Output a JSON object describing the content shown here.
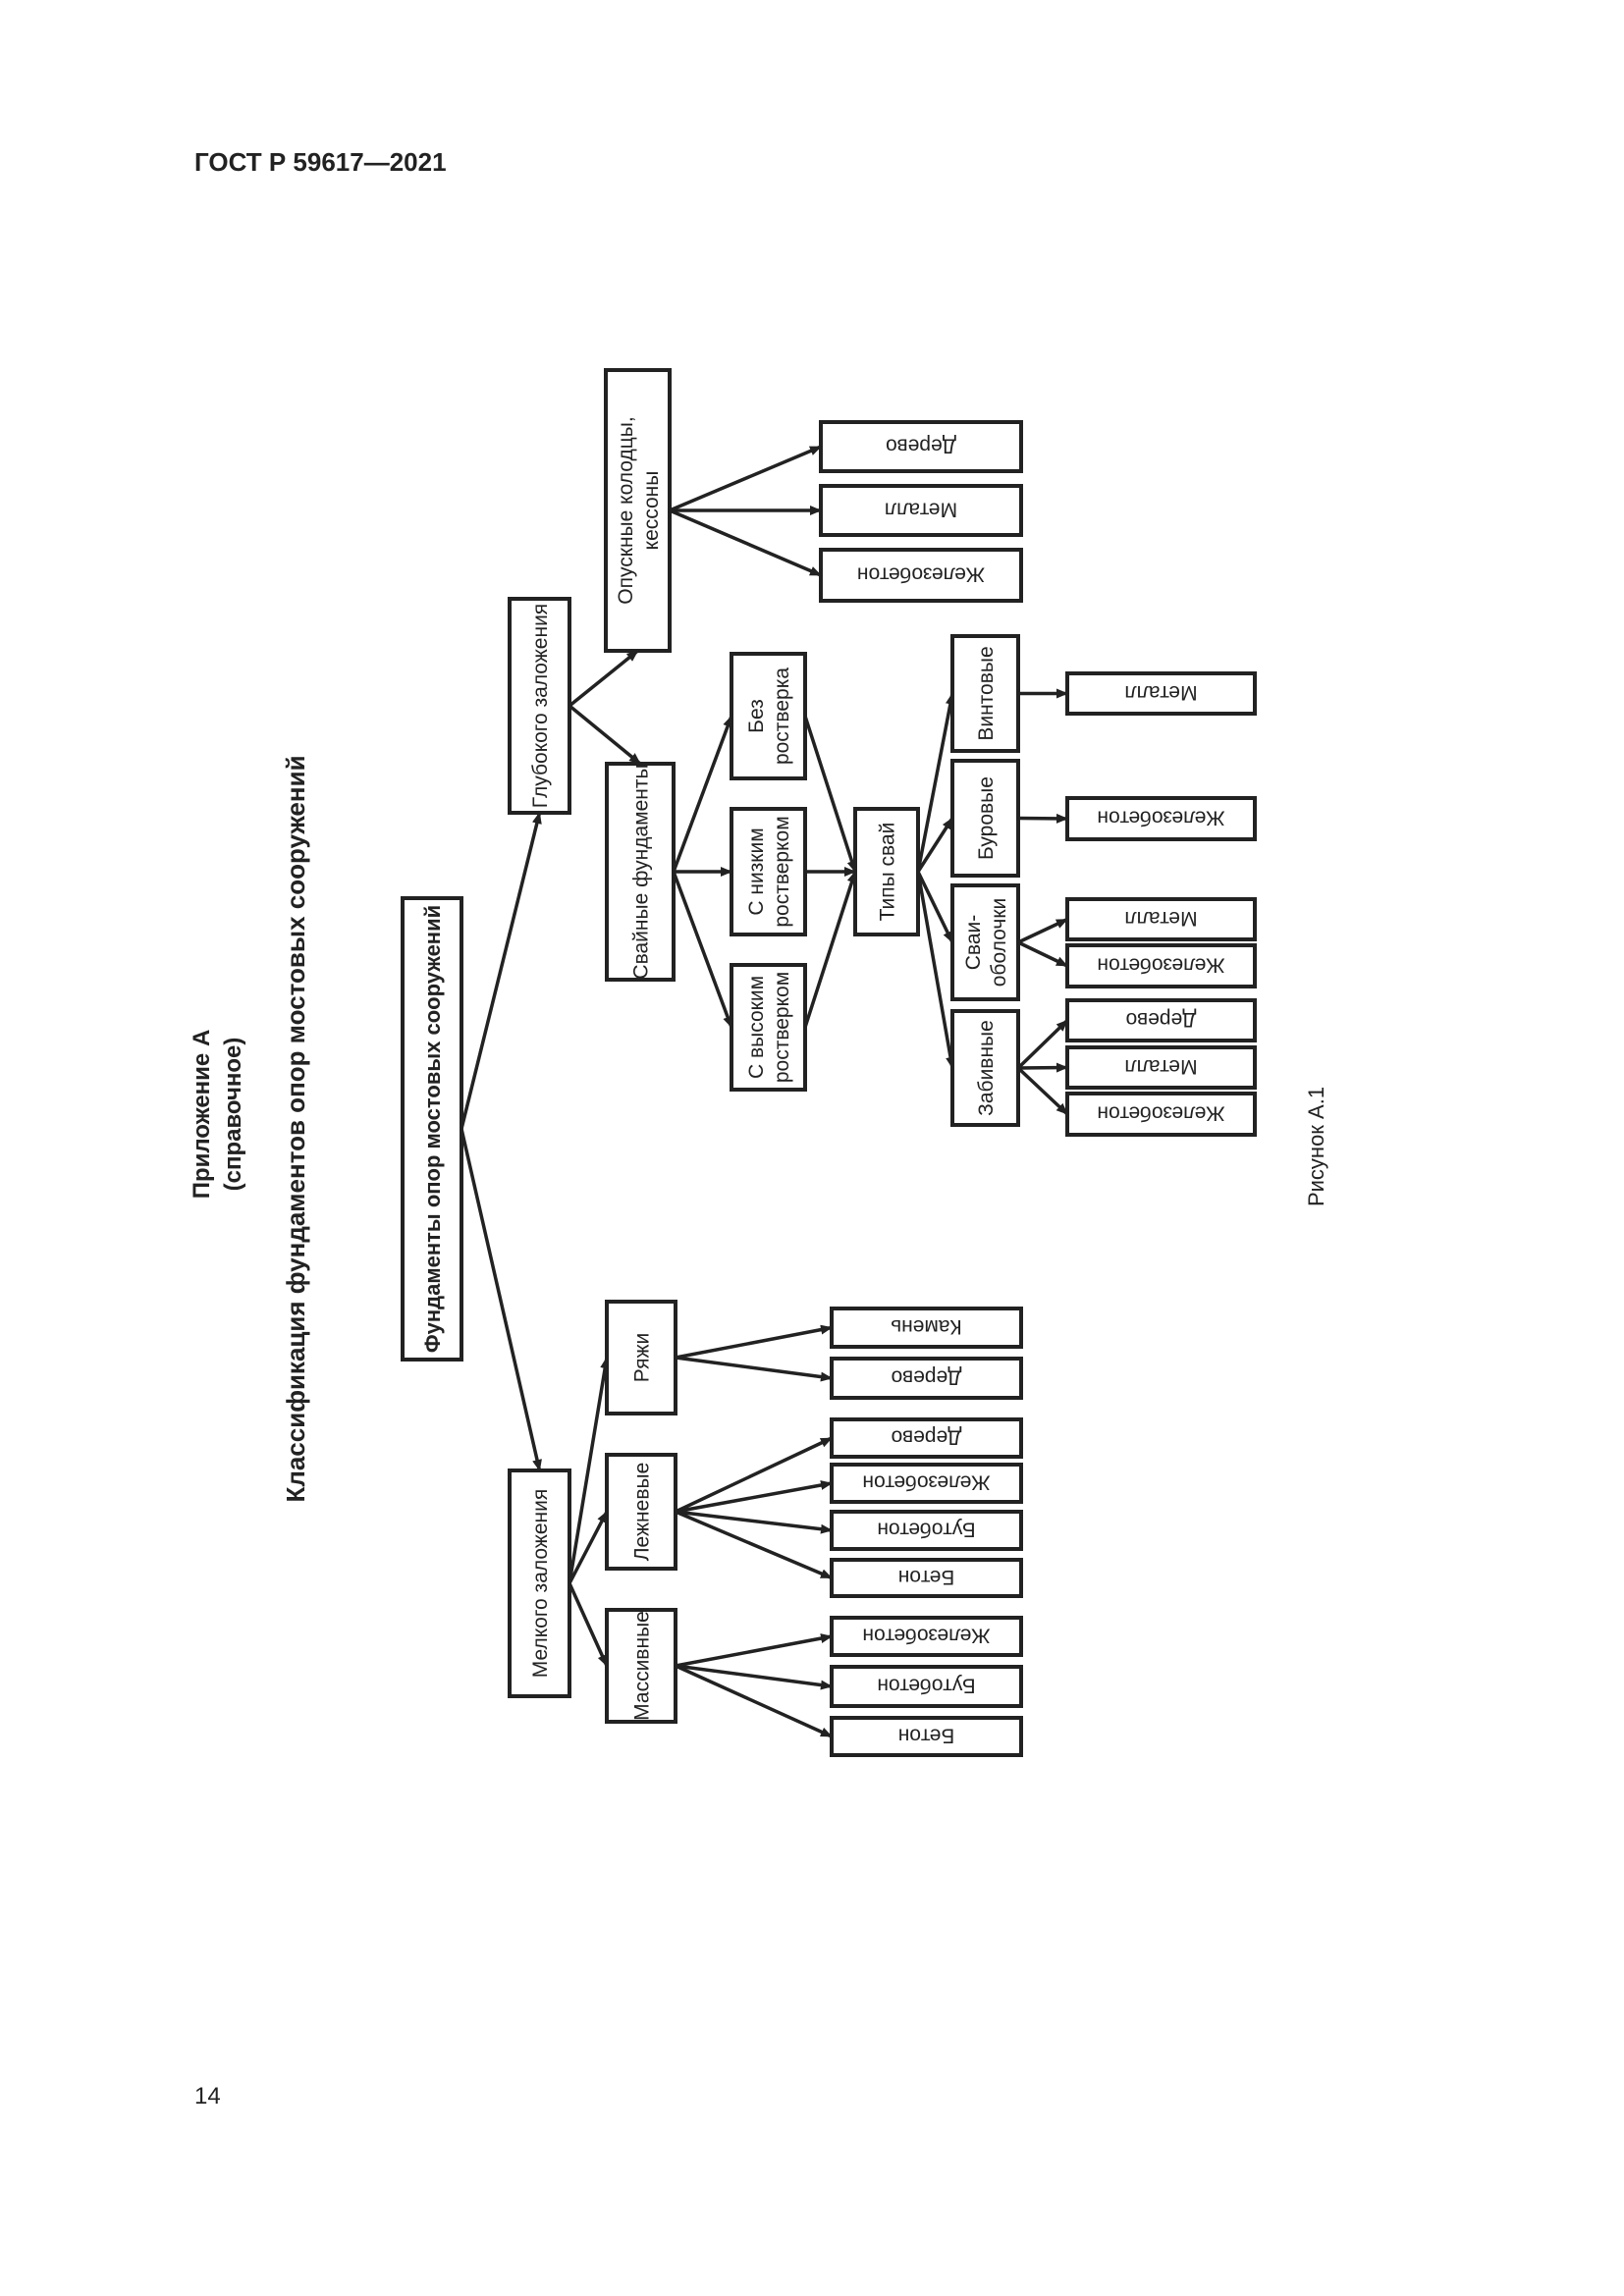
{
  "header": "ГОСТ Р 59617—2021",
  "page_number": "14",
  "appendix": {
    "title": "Приложение А",
    "subtitle": "(справочное)"
  },
  "figure_title": "Классификация фундаментов опор мостовых сооружений",
  "figure_caption": "Рисунок А.1",
  "nodes": [
    {
      "id": "root",
      "label": [
        "Фундаменты опор мостовых сооружений"
      ],
      "bold": true
    },
    {
      "id": "deep",
      "label": [
        "Глубокого заложения"
      ]
    },
    {
      "id": "shallow",
      "label": [
        "Мелкого заложения"
      ]
    },
    {
      "id": "caisson",
      "label": [
        "Опускные колодцы,",
        "кессоны"
      ]
    },
    {
      "id": "c_wood",
      "label": [
        "Дерево"
      ]
    },
    {
      "id": "c_metal",
      "label": [
        "Металл"
      ]
    },
    {
      "id": "c_rc",
      "label": [
        "Железобетон"
      ]
    },
    {
      "id": "pile",
      "label": [
        "Свайные фундаменты"
      ]
    },
    {
      "id": "nogrill",
      "label": [
        "Без",
        "ростверка"
      ]
    },
    {
      "id": "lowgrill",
      "label": [
        "С низким",
        "ростверком"
      ]
    },
    {
      "id": "highgrill",
      "label": [
        "С высоким",
        "ростверком"
      ]
    },
    {
      "id": "piletypes",
      "label": [
        "Типы свай"
      ]
    },
    {
      "id": "screw",
      "label": [
        "Винтовые"
      ]
    },
    {
      "id": "bored",
      "label": [
        "Буровые"
      ]
    },
    {
      "id": "shell",
      "label": [
        "Сваи-",
        "оболочки"
      ]
    },
    {
      "id": "driven",
      "label": [
        "Забивные"
      ]
    },
    {
      "id": "screw_metal",
      "label": [
        "Металл"
      ]
    },
    {
      "id": "bored_rc",
      "label": [
        "Железобетон"
      ]
    },
    {
      "id": "shell_metal",
      "label": [
        "Металл"
      ]
    },
    {
      "id": "shell_rc",
      "label": [
        "Железобетон"
      ]
    },
    {
      "id": "driven_wood",
      "label": [
        "Дерево"
      ]
    },
    {
      "id": "driven_metal",
      "label": [
        "Металл"
      ]
    },
    {
      "id": "driven_rc",
      "label": [
        "Железобетон"
      ]
    },
    {
      "id": "crib",
      "label": [
        "Ряжи"
      ]
    },
    {
      "id": "strip",
      "label": [
        "Лежневые"
      ]
    },
    {
      "id": "massive",
      "label": [
        "Массивные"
      ]
    },
    {
      "id": "crib_stone",
      "label": [
        "Камень"
      ]
    },
    {
      "id": "crib_wood",
      "label": [
        "Дерево"
      ]
    },
    {
      "id": "strip_wood",
      "label": [
        "Дерево"
      ]
    },
    {
      "id": "strip_rc",
      "label": [
        "Железобетон"
      ]
    },
    {
      "id": "strip_rubble",
      "label": [
        "Бутобетон"
      ]
    },
    {
      "id": "strip_concrete",
      "label": [
        "Бетон"
      ]
    },
    {
      "id": "mass_rc",
      "label": [
        "Железобетон"
      ]
    },
    {
      "id": "mass_rubble",
      "label": [
        "Бутобетон"
      ]
    },
    {
      "id": "mass_concrete",
      "label": [
        "Бетон"
      ]
    }
  ],
  "edges": [
    [
      "root",
      "deep"
    ],
    [
      "root",
      "shallow"
    ],
    [
      "deep",
      "caisson"
    ],
    [
      "deep",
      "pile"
    ],
    [
      "caisson",
      "c_wood"
    ],
    [
      "caisson",
      "c_metal"
    ],
    [
      "caisson",
      "c_rc"
    ],
    [
      "pile",
      "nogrill"
    ],
    [
      "pile",
      "lowgrill"
    ],
    [
      "pile",
      "highgrill"
    ],
    [
      "nogrill",
      "piletypes"
    ],
    [
      "lowgrill",
      "piletypes"
    ],
    [
      "highgrill",
      "piletypes"
    ],
    [
      "piletypes",
      "screw"
    ],
    [
      "piletypes",
      "bored"
    ],
    [
      "piletypes",
      "shell"
    ],
    [
      "piletypes",
      "driven"
    ],
    [
      "screw",
      "screw_metal"
    ],
    [
      "bored",
      "bored_rc"
    ],
    [
      "shell",
      "shell_metal"
    ],
    [
      "shell",
      "shell_rc"
    ],
    [
      "driven",
      "driven_wood"
    ],
    [
      "driven",
      "driven_metal"
    ],
    [
      "driven",
      "driven_rc"
    ],
    [
      "shallow",
      "crib"
    ],
    [
      "shallow",
      "strip"
    ],
    [
      "shallow",
      "massive"
    ],
    [
      "crib",
      "crib_stone"
    ],
    [
      "crib",
      "crib_wood"
    ],
    [
      "strip",
      "strip_wood"
    ],
    [
      "strip",
      "strip_rc"
    ],
    [
      "strip",
      "strip_rubble"
    ],
    [
      "strip",
      "strip_concrete"
    ],
    [
      "massive",
      "mass_rc"
    ],
    [
      "massive",
      "mass_rubble"
    ],
    [
      "massive",
      "mass_concrete"
    ]
  ]
}
